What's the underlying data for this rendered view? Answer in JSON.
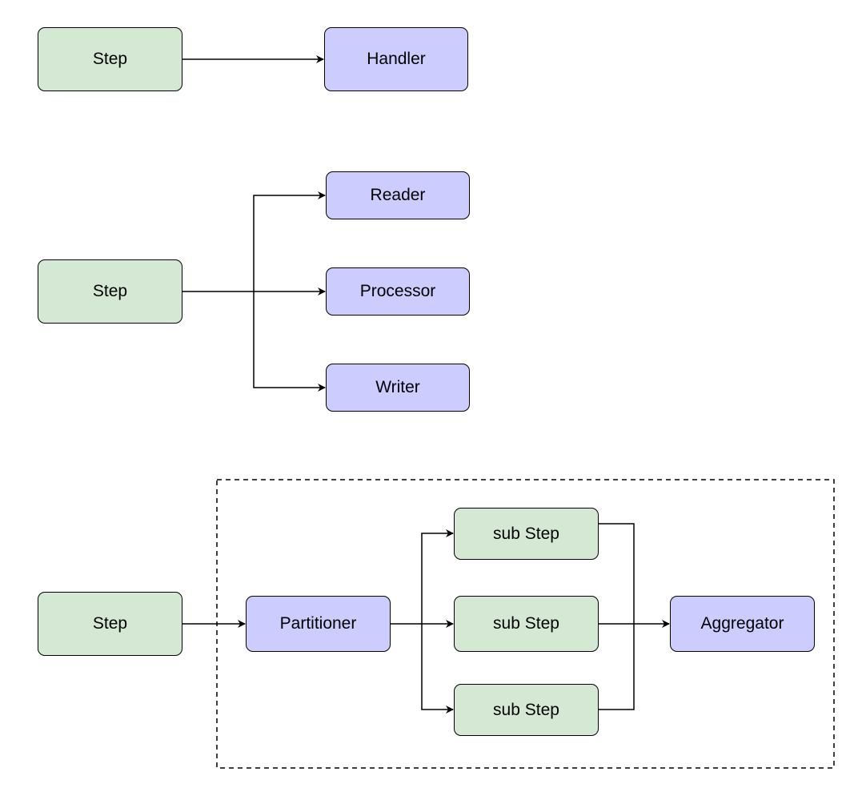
{
  "colors": {
    "step_fill": "#d5e8d4",
    "component_fill": "#ccccff",
    "stroke": "#000000"
  },
  "diagram_1": {
    "step": "Step",
    "handler": "Handler"
  },
  "diagram_2": {
    "step": "Step",
    "reader": "Reader",
    "processor": "Processor",
    "writer": "Writer"
  },
  "diagram_3": {
    "step": "Step",
    "partitioner": "Partitioner",
    "sub_steps": [
      "sub Step",
      "sub Step",
      "sub Step"
    ],
    "aggregator": "Aggregator"
  }
}
